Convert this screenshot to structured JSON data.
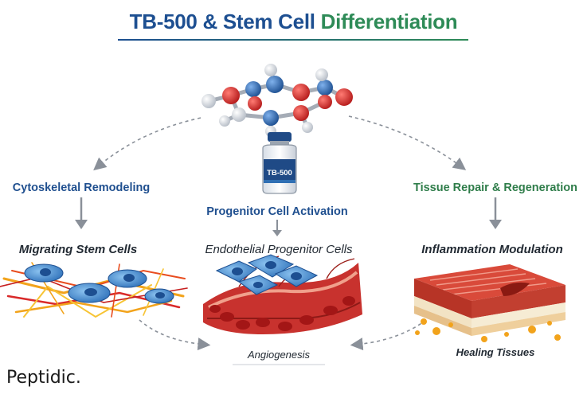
{
  "title": {
    "part1": "TB-500 & Stem Cell",
    "part2": "Differentiation"
  },
  "vial": {
    "label": "TB-500"
  },
  "nodes": {
    "cytoskeletal": "Cytoskeletal Remodeling",
    "progenitor_activation": "Progenitor Cell Activation",
    "tissue_repair": "Tissue Repair & Regeneration",
    "migrating": "Migrating Stem Cells",
    "endothelial": "Endothelial Progenitor Cells",
    "inflammation": "Inflammation Modulation",
    "angiogenesis": "Angiogenesis",
    "healing": "Healing Tissues"
  },
  "brand": "Peptidic.",
  "colors": {
    "title_blue": "#1d4f91",
    "title_green": "#2e8b57",
    "label_blue": "#1f4f8f",
    "label_green": "#2f7d4a",
    "atom_red": "#d92a2a",
    "atom_blue": "#2c6fb8",
    "atom_white": "#e8ecf1",
    "cell_blue": "#3f86c9",
    "tissue_red": "#c8322e",
    "vial_blue": "#1f4a86"
  }
}
